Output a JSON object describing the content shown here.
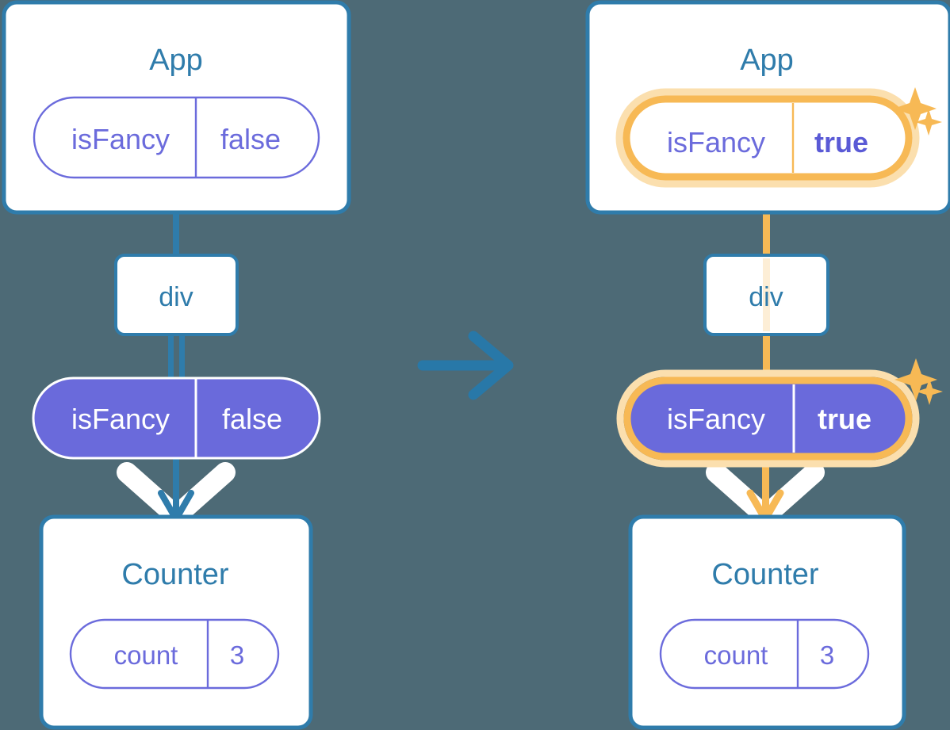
{
  "diagram": {
    "type": "react-state-propagation",
    "title_text_color": "#2f7cab",
    "colors": {
      "background": "#4d6a76",
      "box_border": "#2f7cab",
      "box_fill": "#ffffff",
      "pill_outline": "#6b6bdc",
      "pill_filled": "#6a6adb",
      "pill_filled_text": "#ffffff",
      "value_text": "#6b6bdc",
      "highlight": "#f7b955",
      "highlight_soft": "#fbdfae",
      "highlight_faint": "#fdeed6",
      "edge_blue": "#2f7cab",
      "edge_blue_faint": "#d6dbf0",
      "arrow_white": "#ffffff",
      "center_arrow": "#2878a8"
    },
    "center_arrow": {
      "icon": "arrow-right-icon",
      "color": "#2878a8"
    },
    "panels": [
      {
        "id": "before",
        "app_box": {
          "title": "App"
        },
        "app_pill": {
          "key": "isFancy",
          "value": "false",
          "style": "outline",
          "highlighted": false,
          "bold_value": false
        },
        "div_box": {
          "label": "div"
        },
        "props_pill": {
          "key": "isFancy",
          "value": "false",
          "style": "filled",
          "highlighted": false,
          "bold_value": false
        },
        "counter_box": {
          "title": "Counter"
        },
        "counter_pill": {
          "key": "count",
          "value": "3",
          "style": "outline",
          "highlighted": false,
          "bold_value": false
        },
        "sparkles": []
      },
      {
        "id": "after",
        "app_box": {
          "title": "App"
        },
        "app_pill": {
          "key": "isFancy",
          "value": "true",
          "style": "outline",
          "highlighted": true,
          "bold_value": true
        },
        "div_box": {
          "label": "div"
        },
        "props_pill": {
          "key": "isFancy",
          "value": "true",
          "style": "filled",
          "highlighted": true,
          "bold_value": true
        },
        "counter_box": {
          "title": "Counter"
        },
        "counter_pill": {
          "key": "count",
          "value": "3",
          "style": "outline",
          "highlighted": false,
          "bold_value": false
        },
        "sparkles": [
          {
            "name": "sparkle-large-top",
            "size": "large"
          },
          {
            "name": "sparkle-small-top",
            "size": "small"
          },
          {
            "name": "sparkle-large-mid",
            "size": "large"
          },
          {
            "name": "sparkle-small-mid",
            "size": "small"
          }
        ]
      }
    ]
  }
}
